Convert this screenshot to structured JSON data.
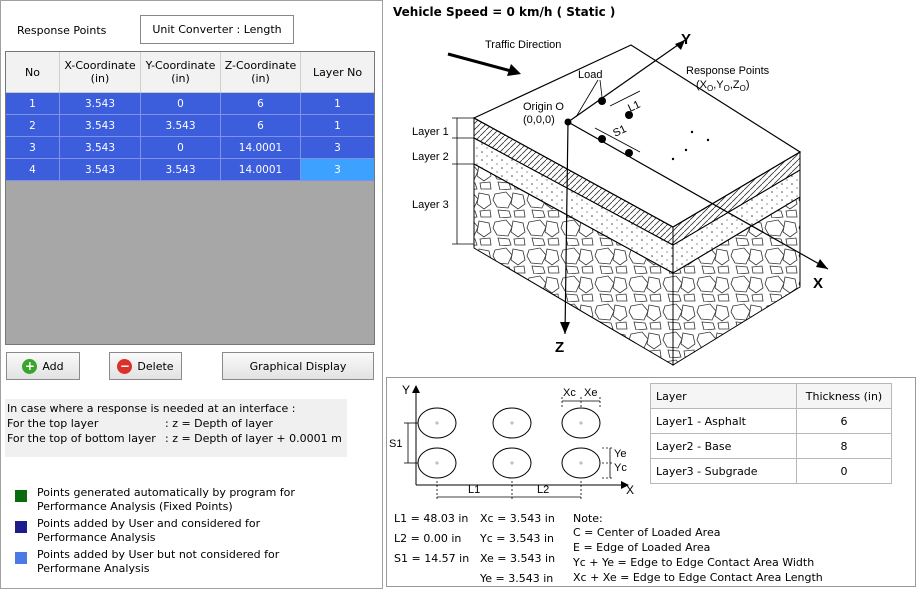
{
  "left": {
    "title": "Response Points",
    "unit_button": "Unit Converter : Length",
    "columns": [
      "No",
      "X-Coordinate\n(in)",
      "Y-Coordinate\n(in)",
      "Z-Coordinate\n(in)",
      "Layer No"
    ],
    "rows": [
      [
        "1",
        "3.543",
        "0",
        "6",
        "1"
      ],
      [
        "2",
        "3.543",
        "3.543",
        "6",
        "1"
      ],
      [
        "3",
        "3.543",
        "0",
        "14.0001",
        "3"
      ],
      [
        "4",
        "3.543",
        "3.543",
        "14.0001",
        "3"
      ]
    ],
    "buttons": {
      "add": "Add",
      "delete": "Delete",
      "graphical": "Graphical Display"
    },
    "info": {
      "line1": "In case where a response is needed at an interface :",
      "top_label": "For the top layer",
      "top_value": ": z  = Depth of layer",
      "bottom_label": "For the top of bottom layer",
      "bottom_value": ": z  = Depth of layer +   0.0001 m"
    },
    "legend": [
      {
        "color": "#0a6b0a",
        "text": "Points generated automatically  by program for Performance Analysis (Fixed Points)"
      },
      {
        "color": "#1c1c8c",
        "text": "Points added by User and considered for Performance Analysis"
      },
      {
        "color": "#4a7ae6",
        "text": "Points added by User but not considered for Performane Analysis"
      }
    ]
  },
  "right": {
    "speed": "Vehicle Speed  = 0 km/h   ( Static )",
    "diagram": {
      "traffic": "Traffic Direction",
      "load": "Load",
      "response_points": "Response Points",
      "response_coords": "(X",
      "sub_o": "O",
      "comma_y": ",Y",
      "comma_z": ",Z",
      "close": ")",
      "origin": "Origin O",
      "origin_coords": "(0,0,0)",
      "L1": "L1",
      "S1": "S1",
      "axis_x": "X",
      "axis_y": "Y",
      "axis_z": "Z",
      "layer1": "Layer 1",
      "layer2": "Layer 2",
      "layer3": "Layer 3"
    },
    "bottom": {
      "axis_y": "Y",
      "axis_x": "X",
      "xc": "Xc",
      "xe": "Xe",
      "ye": "Ye",
      "yc": "Yc",
      "s1": "S1",
      "l1": "L1",
      "l2": "L2",
      "values": {
        "L1": "L1 = 48.03 in",
        "L2": "L2 = 0.00 in",
        "S1": "S1 = 14.57 in",
        "Xc": "Xc = 3.543 in",
        "Yc": "Yc = 3.543 in",
        "Xe": "Xe = 3.543 in",
        "Ye": "Ye = 3.543 in"
      },
      "note": {
        "title": "Note:",
        "c": "C  = Center of Loaded Area",
        "e": "E  = Edge of Loaded Area",
        "ycye": "Yc + Ye = Edge to Edge Contact Area Width",
        "xcxe": "Xc + Xe =  Edge to Edge Contact Area Length"
      },
      "table": {
        "headers": [
          "Layer",
          "Thickness (in)"
        ],
        "rows": [
          [
            "Layer1 - Asphalt",
            "6"
          ],
          [
            "Layer2 - Base",
            "8"
          ],
          [
            "Layer3 - Subgrade",
            "0"
          ]
        ]
      }
    }
  }
}
